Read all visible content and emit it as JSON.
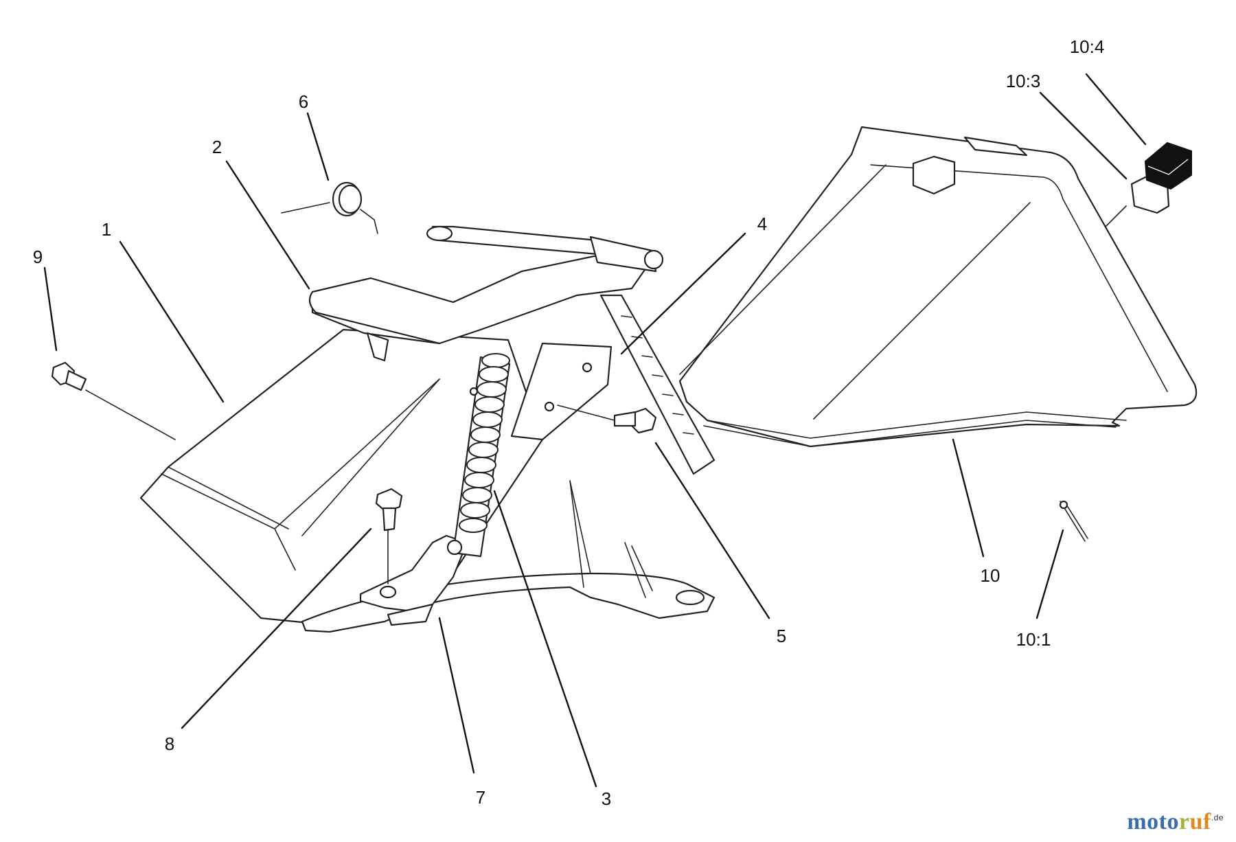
{
  "callouts": {
    "c1": "1",
    "c2": "2",
    "c3": "3",
    "c4": "4",
    "c5": "5",
    "c6": "6",
    "c7": "7",
    "c8": "8",
    "c9": "9",
    "c10": "10",
    "c10_1": "10:1",
    "c10_3": "10:3",
    "c10_4": "10:4"
  },
  "watermark": {
    "letters": [
      "m",
      "o",
      "t",
      "o",
      "r",
      "u",
      "f"
    ],
    "letter_colors": [
      "#3b6bb0",
      "#3b6bb0",
      "#3b6bb0",
      "#3b6bb0",
      "#9cb640",
      "#e08a1e",
      "#e08a1e"
    ],
    "suffix": ".de"
  }
}
